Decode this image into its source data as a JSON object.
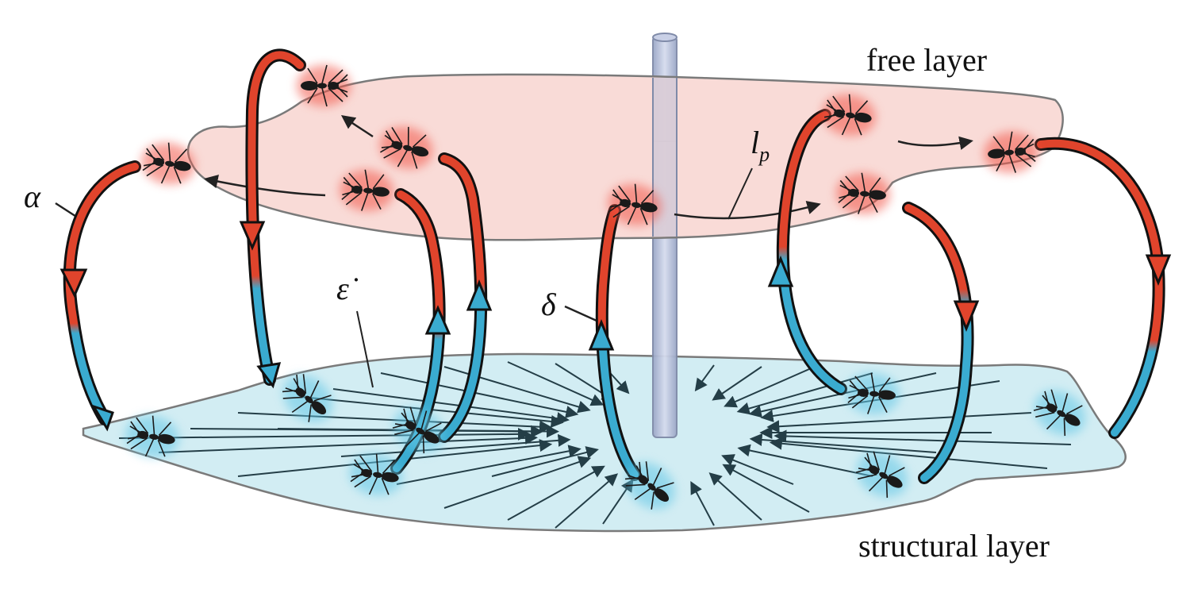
{
  "labels": {
    "free_layer": "free layer",
    "structural_layer": "structural layer",
    "alpha": "α",
    "epsilon_dot": "ε̇",
    "delta": "δ",
    "lp_main": "l",
    "lp_sub": "p"
  },
  "colors": {
    "free_layer_fill": "#f8d8d4",
    "structural_layer_fill": "#d2edf3",
    "outline": "#7a7a7a",
    "arrow_red": "#e0442c",
    "arrow_blue": "#3aabd0",
    "rod": "#b8c2dc",
    "ant": "#1a1a1a"
  },
  "icons": {
    "ant": "ant-icon",
    "rod": "vertical-rod"
  }
}
